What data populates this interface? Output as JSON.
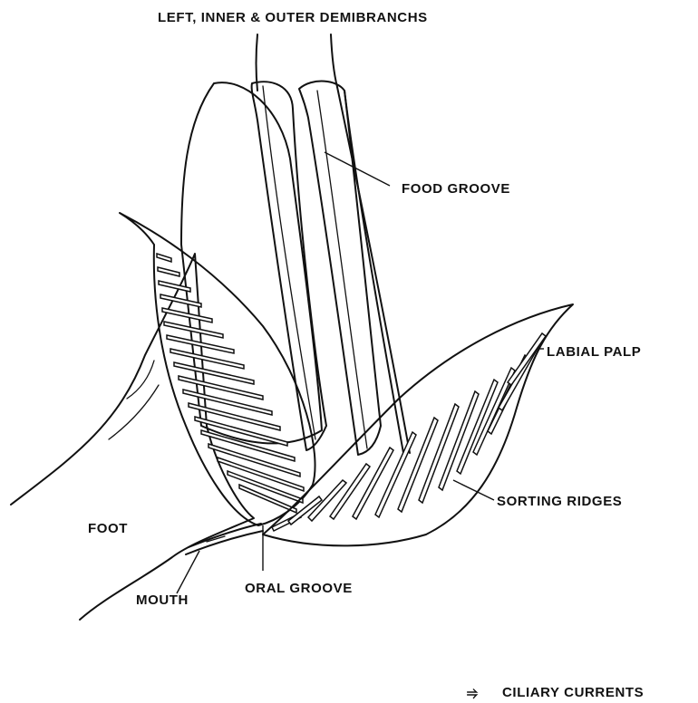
{
  "labels": {
    "demibranchs": "LEFT, INNER & OUTER DEMIBRANCHS",
    "food_groove": "FOOD GROOVE",
    "labial_palp": "LABIAL PALP",
    "sorting_ridges": "SORTING RIDGES",
    "foot": "FOOT",
    "mouth": "MOUTH",
    "oral_groove": "ORAL GROOVE"
  },
  "legend": {
    "symbol": "⥤",
    "text": "CILIARY CURRENTS"
  }
}
